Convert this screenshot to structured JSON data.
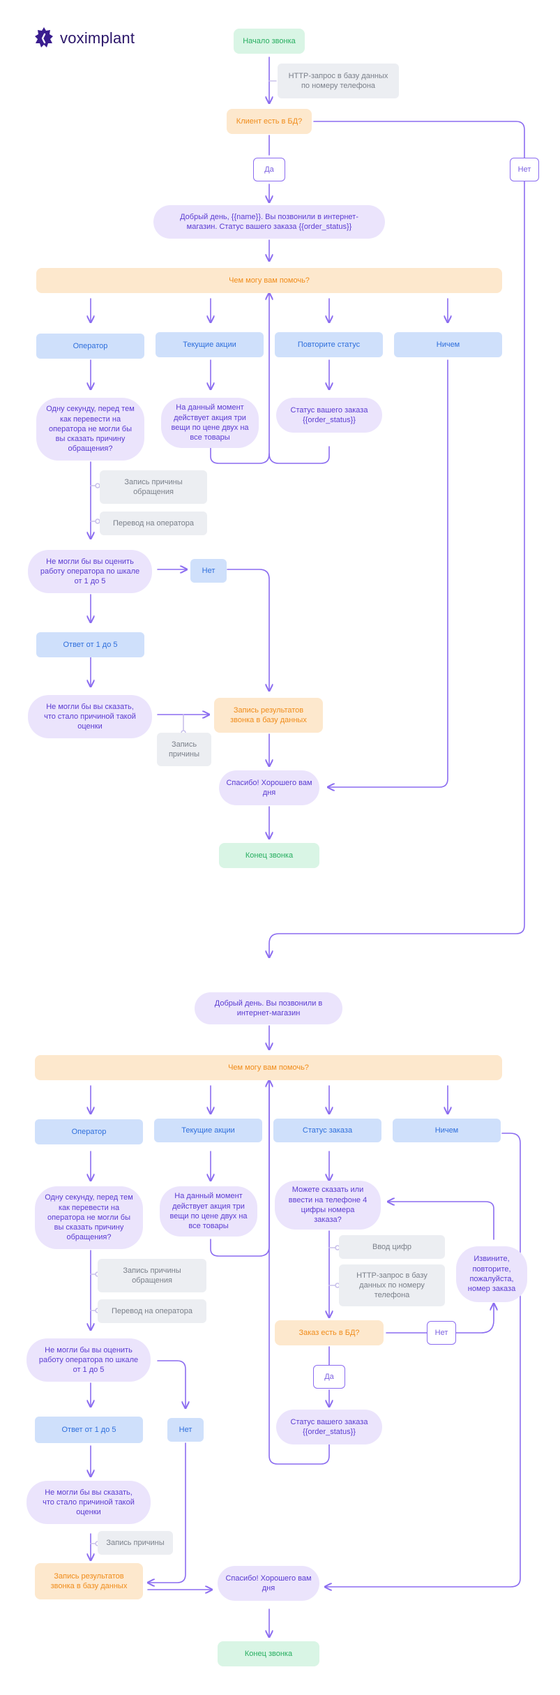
{
  "brand": {
    "name": "voximplant"
  },
  "colors": {
    "line": "#8b6cf0",
    "green": "#27ae60",
    "orange": "#f08c1a",
    "blue": "#2f6fdc",
    "purple": "#5a3bd1",
    "gray": "#7b808a"
  },
  "flow1": {
    "start": "Начало звонка",
    "http_request": "HTTP-запрос в базу данных по номеру телефона",
    "client_in_db": "Клиент есть в БД?",
    "yes": "Да",
    "no": "Нет",
    "greeting": "Добрый день, {{name}}. Вы позвонили в интернет-магазин. Статус вашего заказа {{order_status}}",
    "help": "Чем могу вам помочь?",
    "opt_operator": "Оператор",
    "opt_promos": "Текущие акции",
    "opt_repeat": "Повторите статус",
    "opt_nothing": "Ничем",
    "wait_operator": "Одну секунду, перед тем как перевести на оператора не могли бы вы сказать причину обращения?",
    "promo_text": "На данный момент действует акция три вещи по цене двух на все товары",
    "status_text": "Статус вашего заказа {{order_status}}",
    "record_reason": "Запись причины обращения",
    "transfer_operator": "Перевод на оператора",
    "rate_q": "Не могли бы вы оценить работу оператора по шкале от 1 до 5",
    "no_btn": "Нет",
    "answer_1_5": "Ответ от 1 до 5",
    "reason_q": "Не могли бы вы сказать, что стало причиной такой оценки",
    "record_results": "Запись результатов звонка в базу данных",
    "record_reason_short": "Запись причины",
    "thanks": "Спасибо! Хорошего вам дня",
    "end": "Конец звонка"
  },
  "flow2": {
    "greeting": "Добрый день. Вы позвонили в интернет-магазин",
    "help": "Чем могу вам помочь?",
    "opt_operator": "Оператор",
    "opt_promos": "Текущие акции",
    "opt_order_status": "Статус заказа",
    "opt_nothing": "Ничем",
    "wait_operator": "Одну секунду, перед тем как перевести на оператора не могли бы вы сказать причину обращения?",
    "promo_text": "На данный момент действует акция три вещи по цене двух на все товары",
    "ask_digits": "Можете сказать или ввести на телефоне 4 цифры номера заказа?",
    "digit_input": "Ввод цифр",
    "http_request": "HTTP-запрос в базу данных по номеру телефона",
    "sorry_repeat": "Извините, повторите, пожалуйста, номер заказа",
    "order_in_db": "Заказ есть в БД?",
    "no": "Нет",
    "yes": "Да",
    "status_text": "Статус вашего заказа {{order_status}}",
    "record_reason": "Запись причины обращения",
    "transfer_operator": "Перевод на оператора",
    "rate_q": "Не могли бы вы оценить работу оператора по шкале от 1 до 5",
    "answer_1_5": "Ответ от 1 до 5",
    "no_btn": "Нет",
    "reason_q": "Не могли бы вы сказать, что стало причиной такой оценки",
    "record_reason_short": "Запись причины",
    "record_results": "Запись результатов звонка в базу данных",
    "thanks": "Спасибо! Хорошего вам дня",
    "end": "Конец звонка"
  }
}
